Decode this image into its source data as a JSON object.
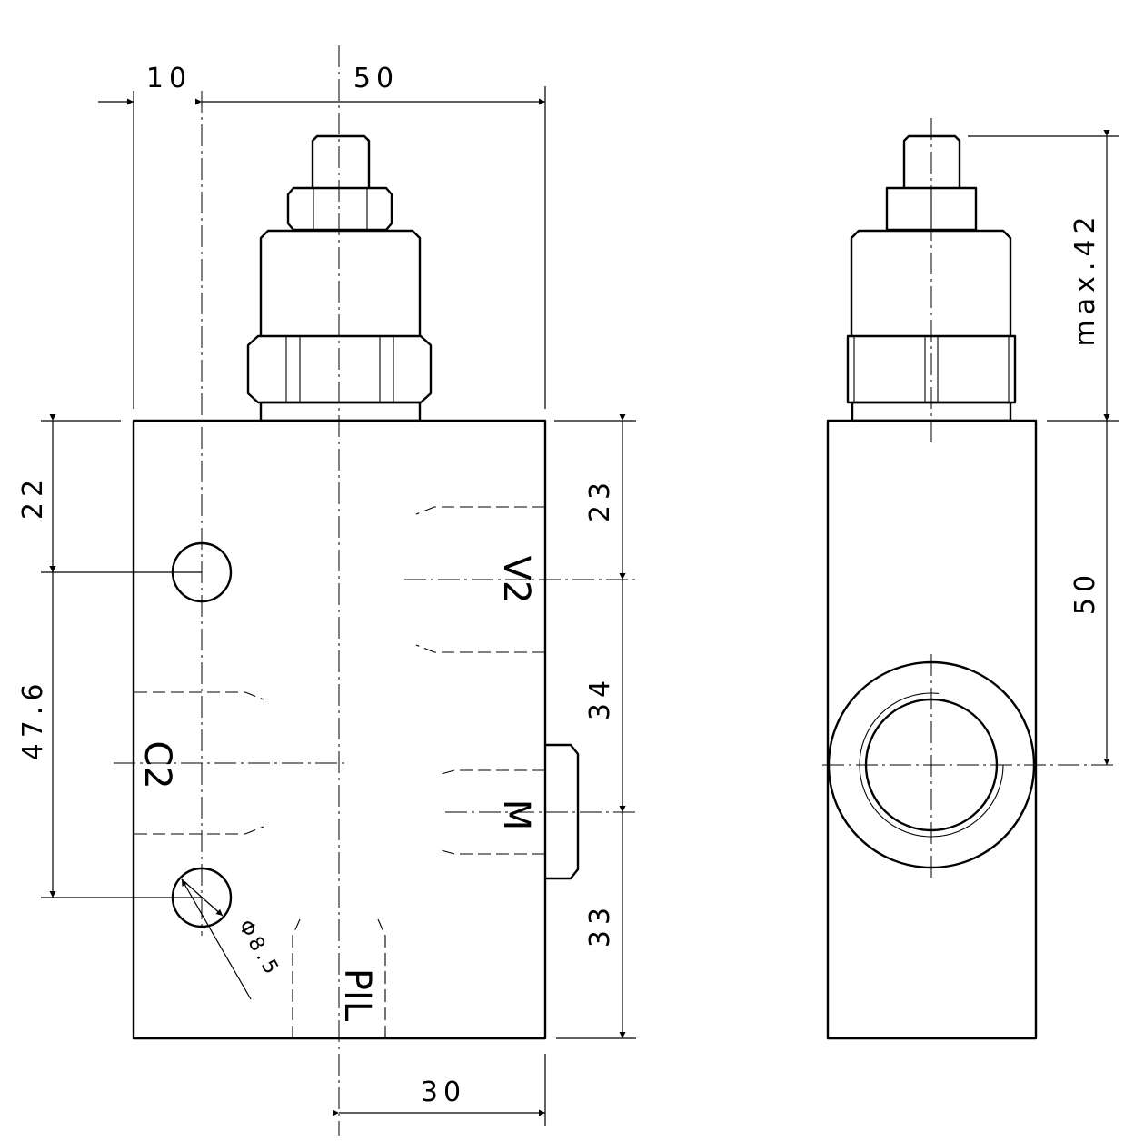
{
  "dimensions": {
    "d10": "10",
    "d50_top": "50",
    "d22": "22",
    "d47_6": "47.6",
    "d23": "23",
    "d34": "34",
    "d33": "33",
    "d30": "30",
    "d_max42": "max.42",
    "d50_side": "50",
    "d_phi": "Φ8.5"
  },
  "ports": {
    "v2": "V2",
    "c2": "C2",
    "m": "M",
    "pil": "PIL"
  }
}
